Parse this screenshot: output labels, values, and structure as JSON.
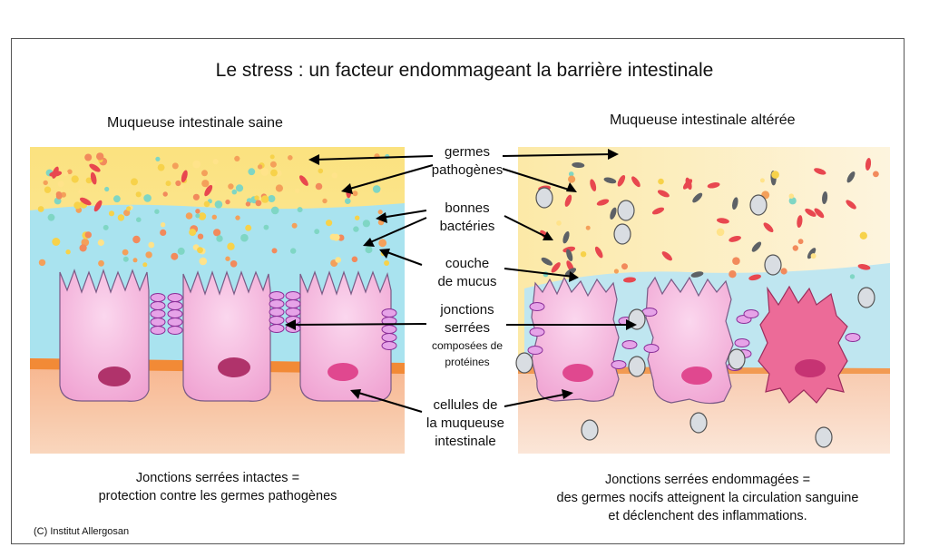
{
  "title": "Le stress : un facteur endommageant la barrière intestinale",
  "panels": {
    "left_title": "Muqueuse intestinale saine",
    "right_title": "Muqueuse intestinale altérée"
  },
  "labels": {
    "germs_1": "germes",
    "germs_2": "pathogènes",
    "good_1": "bonnes",
    "good_2": "bactéries",
    "mucus_1": "couche",
    "mucus_2": "de mucus",
    "tight_1": "jonctions",
    "tight_2": "serrées",
    "tight_3": "composées de",
    "tight_4": "protéines",
    "cells_1": "cellules de",
    "cells_2": "la muqueuse",
    "cells_3": "intestinale"
  },
  "captions": {
    "left_1": "Jonctions serrées intactes =",
    "left_2": "protection contre les germes pathogènes",
    "right_1": "Jonctions serrées endommagées =",
    "right_2": "des germes nocifs atteignent la circulation sanguine",
    "right_3": "et déclenchent des inflammations."
  },
  "credit": "(C) Institut Allergosan",
  "colors": {
    "lumen_yellow": "#fbe7a1",
    "mucus_blue": "#a9e3ef",
    "cell_pink": "#f5b6dc",
    "tissue_peach": "#f8c6a6",
    "orange_band": "#f28a36",
    "nucleus": "#e0488f",
    "junction": "#d47ad9",
    "damaged_cell": "#ec6b98"
  }
}
